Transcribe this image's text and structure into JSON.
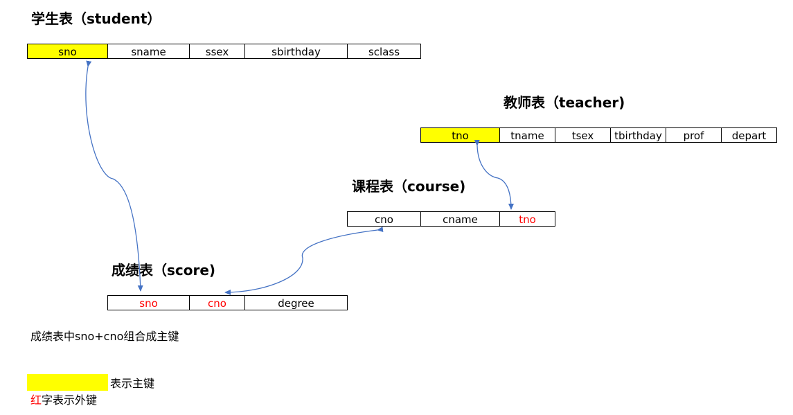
{
  "colors": {
    "primary_key": "#ffff00",
    "foreign_key": "#ff0000",
    "arrow": "#4472c4"
  },
  "tables": {
    "student": {
      "title": "学生表（student）",
      "columns": [
        {
          "name": "sno",
          "key": "pk"
        },
        {
          "name": "sname",
          "key": ""
        },
        {
          "name": "ssex",
          "key": ""
        },
        {
          "name": "sbirthday",
          "key": ""
        },
        {
          "name": "sclass",
          "key": ""
        }
      ]
    },
    "teacher": {
      "title": "教师表（teacher)",
      "columns": [
        {
          "name": "tno",
          "key": "pk"
        },
        {
          "name": "tname",
          "key": ""
        },
        {
          "name": "tsex",
          "key": ""
        },
        {
          "name": "tbirthday",
          "key": ""
        },
        {
          "name": "prof",
          "key": ""
        },
        {
          "name": "depart",
          "key": ""
        }
      ]
    },
    "course": {
      "title": "课程表（course)",
      "columns": [
        {
          "name": "cno",
          "key": ""
        },
        {
          "name": "cname",
          "key": ""
        },
        {
          "name": "tno",
          "key": "fk"
        }
      ]
    },
    "score": {
      "title": "成绩表（score)",
      "columns": [
        {
          "name": "sno",
          "key": "fk"
        },
        {
          "name": "cno",
          "key": "fk"
        },
        {
          "name": "degree",
          "key": ""
        }
      ]
    }
  },
  "notes": {
    "composite_key": "成绩表中sno+cno组合成主键",
    "legend_primary": "表示主键",
    "legend_foreign_red": "红",
    "legend_foreign_rest": "字表示外键"
  }
}
